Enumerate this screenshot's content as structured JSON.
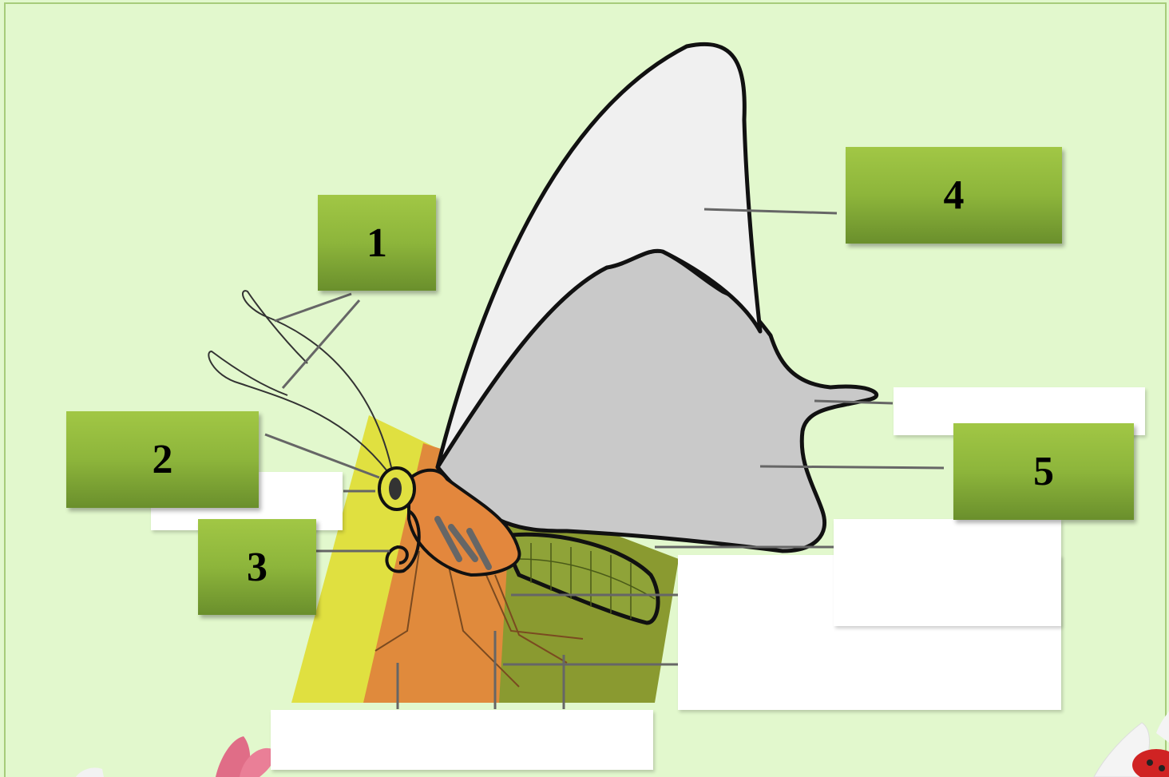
{
  "labels": {
    "n1": "1",
    "n2": "2",
    "n3": "3",
    "n4": "4",
    "n5": "5"
  },
  "colors": {
    "background": "#e2f8cd",
    "label_green_top": "#a1c745",
    "label_green_bottom": "#6a8f2c",
    "head_band": "#e0e040",
    "thorax_band": "#e08a3c",
    "abdomen_band": "#8a9a30",
    "forewing": "#f0f0f0",
    "hindwing": "#c9c9c9",
    "body": "#e3873d"
  },
  "icons": [
    "flower-decoration-icon",
    "ladybug-icon"
  ]
}
